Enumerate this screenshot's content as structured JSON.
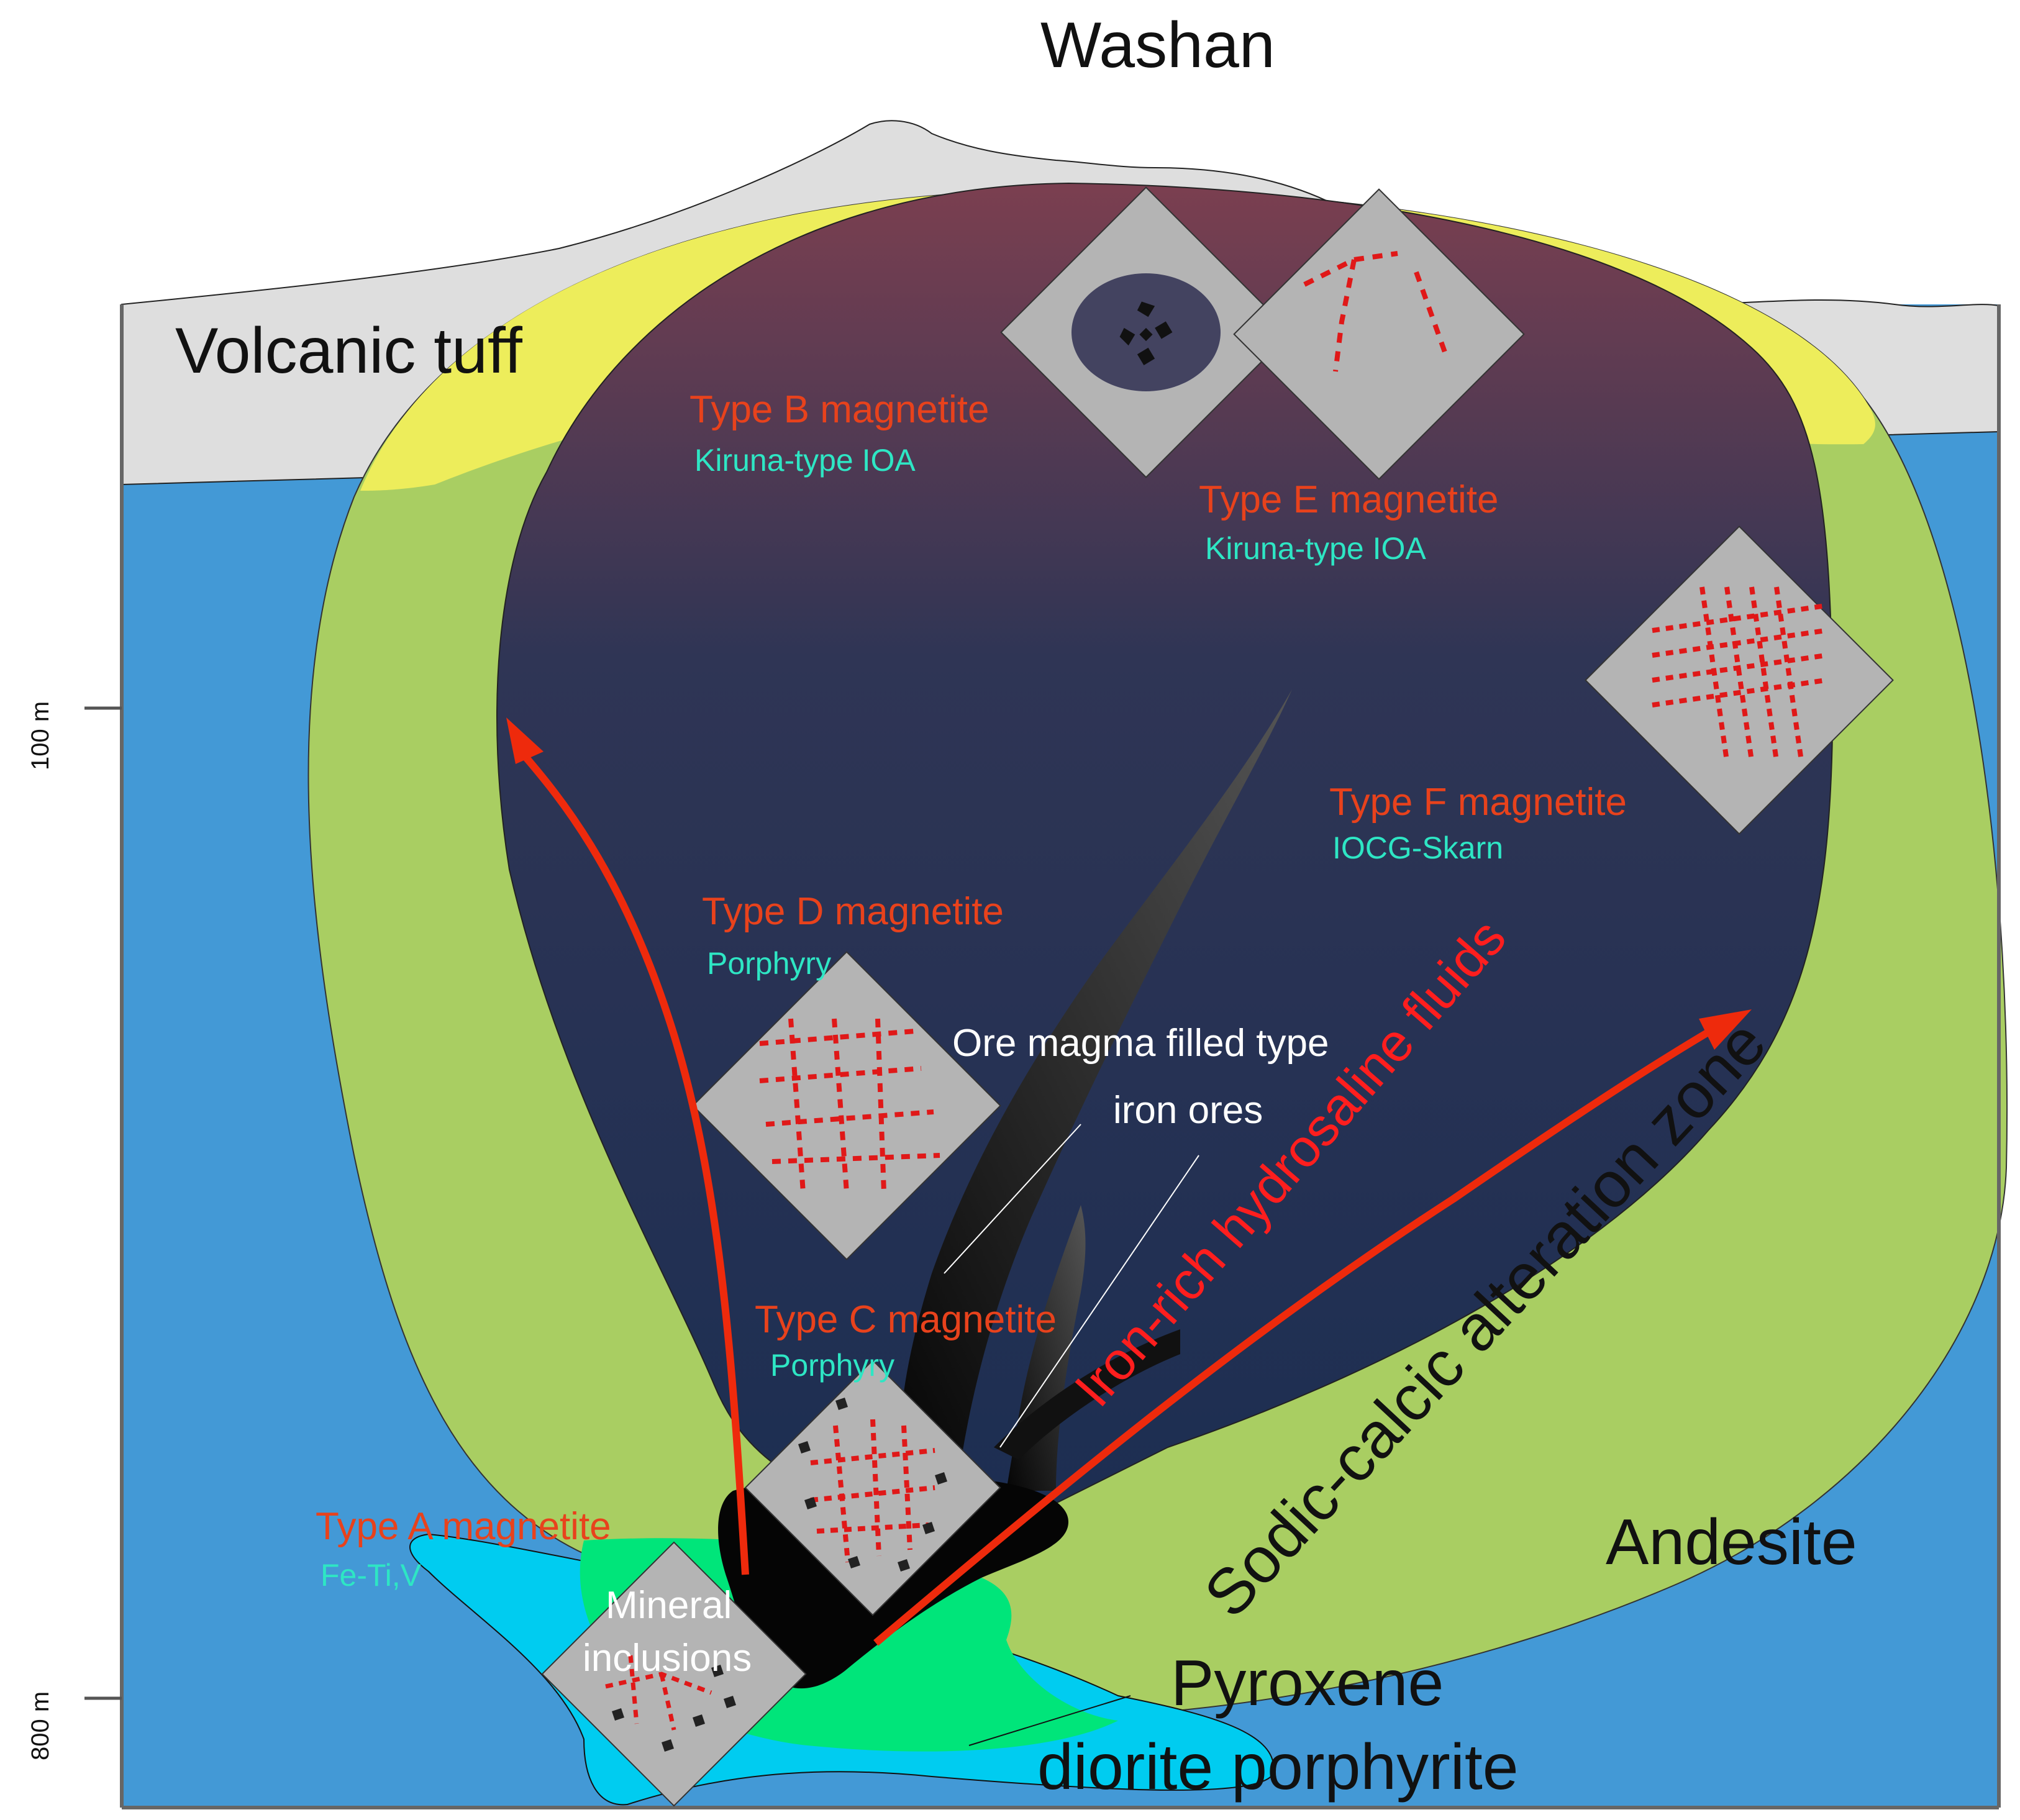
{
  "title": "Washan",
  "regions": {
    "tuff": "Volcanic tuff",
    "andesite": "Andesite",
    "porphyrite_line1": "Pyroxene",
    "porphyrite_line2": "diorite porphyrite",
    "ore_line1": "Ore magma filled type",
    "ore_line2": "iron ores",
    "inclusions_line1": "Mineral",
    "inclusions_line2": "inclusions"
  },
  "zone_label": "Sodic-calcic alteration zone",
  "fluid_label": "Iron-rich hydrosaline fluids",
  "magnetite_types": [
    {
      "name": "Type A magnetite",
      "deposit": "Fe-Ti,V"
    },
    {
      "name": "Type B magnetite",
      "deposit": "Kiruna-type IOA"
    },
    {
      "name": "Type C magnetite",
      "deposit": "Porphyry"
    },
    {
      "name": "Type D magnetite",
      "deposit": "Porphyry"
    },
    {
      "name": "Type E magnetite",
      "deposit": "Kiruna-type  IOA"
    },
    {
      "name": "Type F magnetite",
      "deposit": "IOCG-Skarn"
    }
  ],
  "depth_ticks": [
    "100 m",
    "800 m"
  ],
  "colors": {
    "andesite": "#4399d6",
    "tuff": "#dedede",
    "alteration": "#a9ce62",
    "yellow_zone": "#eded5b",
    "porphyrite": "#00ccf0",
    "green_zone": "#00e57a",
    "chamber_top": "#7b3f50",
    "chamber_bottom": "#1c2e52",
    "type_label": "#e8421c",
    "deposit_label": "#2ee6c4",
    "fluid_arrow": "#ee2a0c",
    "fluid_text": "#ff1e1e",
    "panel": "#b4b4b4"
  }
}
